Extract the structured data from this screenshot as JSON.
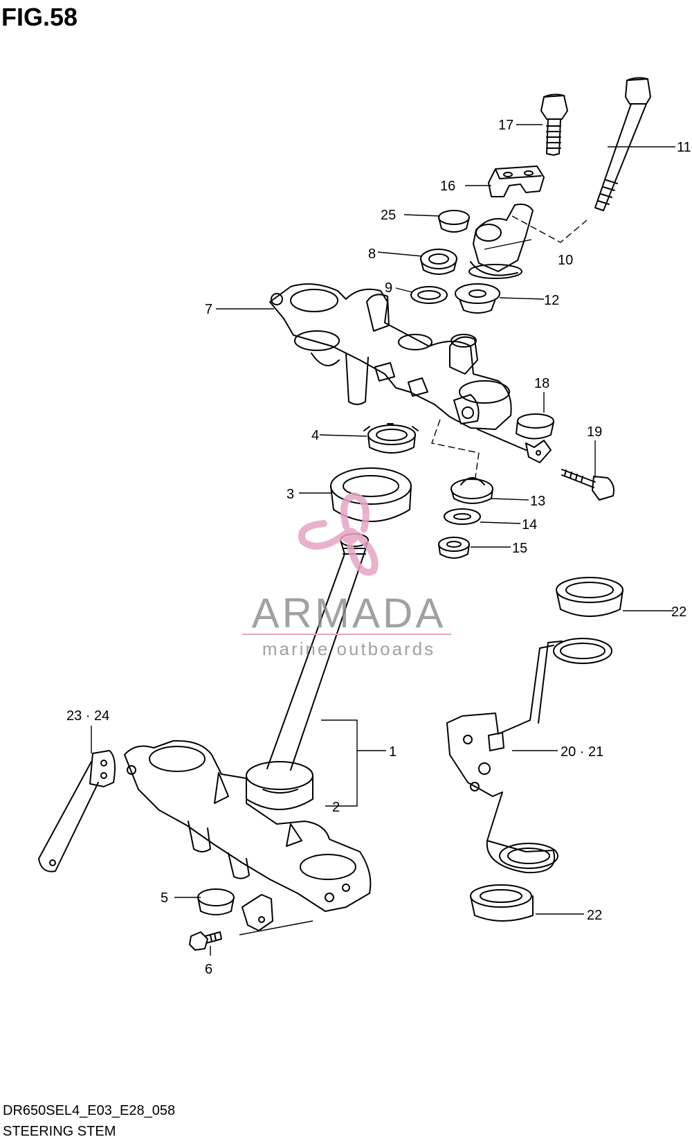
{
  "figure": {
    "title": "FIG.58",
    "code": "DR650SEL4_E03_E28_058",
    "name": "STEERING STEM"
  },
  "watermark": {
    "brand": "ARMADA",
    "tagline": "marine outboards",
    "logo_color": "#e6a4c4",
    "text_color": "#8a8a8a"
  },
  "callouts": {
    "c1": "1",
    "c2": "2",
    "c3": "3",
    "c4": "4",
    "c5": "5",
    "c6": "6",
    "c7": "7",
    "c8": "8",
    "c9": "9",
    "c10": "10",
    "c11": "11",
    "c12": "12",
    "c13": "13",
    "c14": "14",
    "c15": "15",
    "c16": "16",
    "c17": "17",
    "c18": "18",
    "c19": "19",
    "c20_21": "20 · 21",
    "c22a": "22",
    "c22b": "22",
    "c23_24": "23 · 24",
    "c25": "25"
  }
}
